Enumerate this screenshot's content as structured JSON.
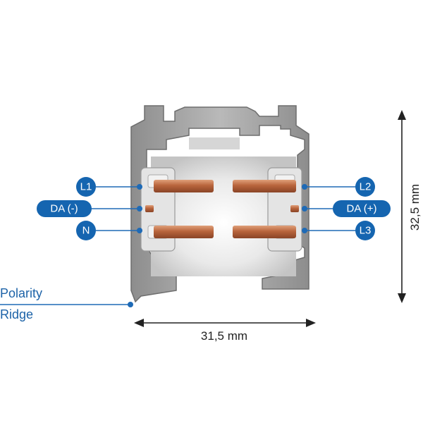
{
  "labels": {
    "l1": "L1",
    "l2": "L2",
    "da_minus": "DA (-)",
    "da_plus": "DA (+)",
    "n": "N",
    "l3": "L3",
    "polarity_line1": "Polarity",
    "polarity_line2": "Ridge"
  },
  "dimensions": {
    "width": "31,5 mm",
    "height": "32,5 mm"
  },
  "colors": {
    "label_blue": "#1565b0",
    "leader_blue": "#1e6ab6",
    "copper": "#c8744a",
    "aluminium": "#a8a8a8"
  }
}
